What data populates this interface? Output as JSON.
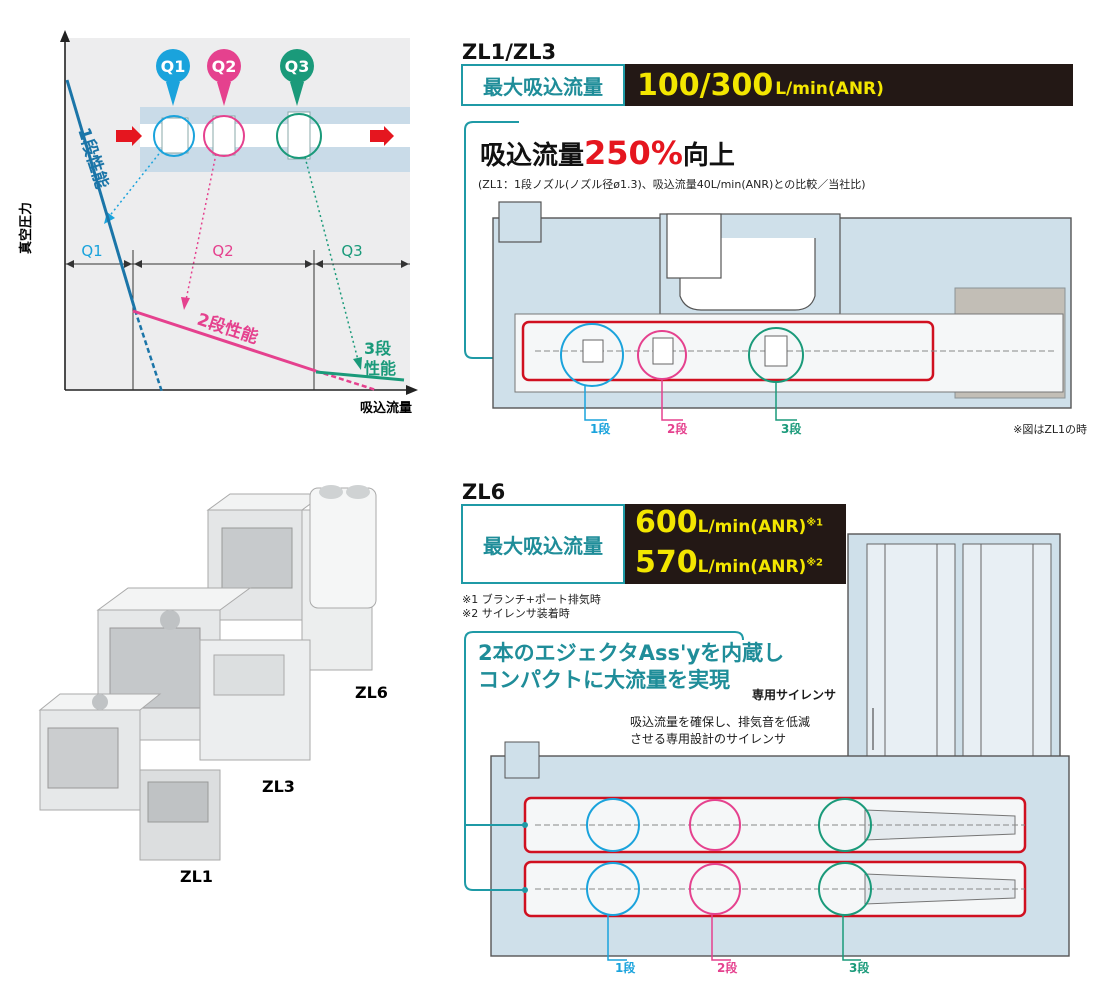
{
  "chart": {
    "axis_y": "真空圧力",
    "axis_x": "吸込流量",
    "q_labels": [
      "Q1",
      "Q2",
      "Q3"
    ],
    "range_labels": [
      "Q1",
      "Q2",
      "Q3"
    ],
    "stage1": "1段性能",
    "stage2": "2段性能",
    "stage3_a": "3段",
    "stage3_b": "性能",
    "colors": {
      "q1": "#1aa3dc",
      "q2": "#e5418e",
      "q3": "#1a9a7a",
      "line": "#1b75a8"
    }
  },
  "zl13": {
    "title": "ZL1/ZL3",
    "spec_label": "最大吸込流量",
    "spec_value": "100/300",
    "spec_unit": "L/min(ANR)",
    "headline_a": "吸込流量",
    "headline_b": "250%",
    "headline_c": "向上",
    "subnote": "(ZL1：1段ノズル(ノズル径ø1.3)、吸込流量40L/min(ANR)との比較／当社比)",
    "stage_labels": [
      "1段",
      "2段",
      "3段"
    ],
    "fig_note": "※図はZL1の時"
  },
  "zl6": {
    "title": "ZL6",
    "spec_label": "最大吸込流量",
    "value1": "600",
    "value2": "570",
    "unit": "L/min(ANR)",
    "mark1": "※1",
    "mark2": "※2",
    "note1": "※1 ブランチ+ポート排気時",
    "note2": "※2 サイレンサ装着時",
    "head1": "2本のエジェクタAss'yを内蔵し",
    "head2": "コンパクトに大流量を実現",
    "silencer_title": "専用サイレンサ",
    "silencer_desc1": "吸込流量を確保し、排気音を低減",
    "silencer_desc2": "させる専用設計のサイレンサ",
    "stage_labels": [
      "1段",
      "2段",
      "3段"
    ]
  },
  "products": {
    "zl6": "ZL6",
    "zl3": "ZL3",
    "zl1": "ZL1"
  }
}
